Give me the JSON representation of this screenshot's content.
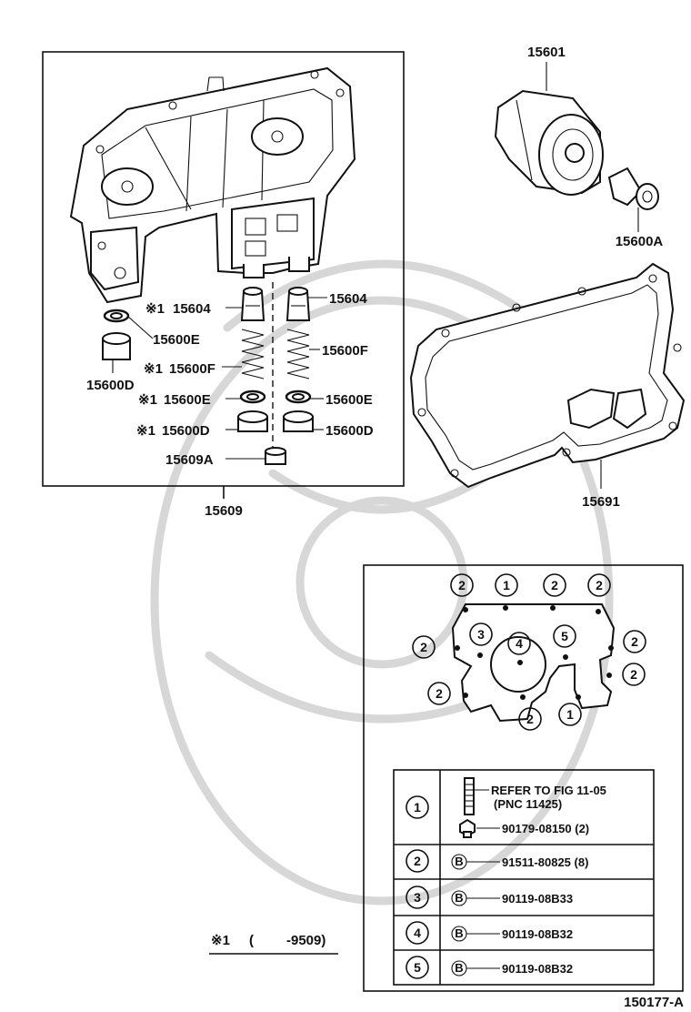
{
  "assembly": {
    "main": "15609",
    "filter": "15601",
    "union": "15600A",
    "gasket": "15691"
  },
  "sub_parts": {
    "valve_a": "15604",
    "valve_b": "15604",
    "washer_left": "15600E",
    "plug_left": "15600D",
    "spring_a": "15600F",
    "spring_b": "15600F",
    "washer_a": "15600E",
    "washer_b": "15600E",
    "plug_a": "15600D",
    "plug_b": "15600D",
    "cap": "15609A",
    "mark": "※1"
  },
  "callouts": {
    "top": [
      "2",
      "1",
      "2",
      "2"
    ],
    "left": [
      "2",
      "2"
    ],
    "right": [
      "2",
      "2"
    ],
    "bottom": [
      "2",
      "1"
    ],
    "inner": [
      "3",
      "4",
      "5"
    ]
  },
  "bolt_table": {
    "rows": [
      {
        "num": "1",
        "line1": "REFER TO FIG 11-05",
        "line2": "(PNC 11425)",
        "part": "90179-08150 (2)"
      },
      {
        "num": "2",
        "part": "91511-80825 (8)"
      },
      {
        "num": "3",
        "part": "90119-08B33"
      },
      {
        "num": "4",
        "part": "90119-08B32"
      },
      {
        "num": "5",
        "part": "90119-08B32"
      }
    ],
    "b_mark": "B"
  },
  "footnote": {
    "mark": "※1",
    "paren_open": "(",
    "text": "-9509)"
  },
  "figure_id": "150177-A"
}
